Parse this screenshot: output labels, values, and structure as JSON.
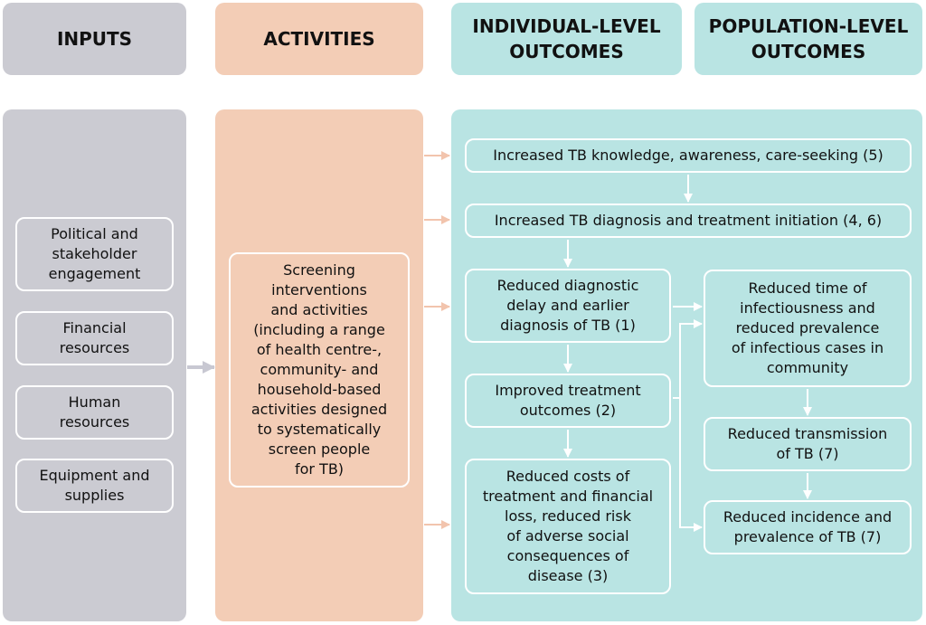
{
  "headers": {
    "inputs": "INPUTS",
    "activities": "ACTIVITIES",
    "individual": "INDIVIDUAL-LEVEL\nOUTCOMES",
    "population": "POPULATION-LEVEL\nOUTCOMES"
  },
  "inputs": [
    "Political and\nstakeholder\nengagement",
    "Financial\nresources",
    "Human\nresources",
    "Equipment and\nsupplies"
  ],
  "activity": "Screening\ninterventions\nand activities\n(including a range\nof health centre-,\ncommunity- and\nhousehold-based\nactivities designed\nto systematically\nscreen people\nfor TB)",
  "individual_outcomes": {
    "knowledge": "Increased TB knowledge, awareness, care-seeking (5)",
    "diagnosis": "Increased TB diagnosis and treatment initiation (4, 6)",
    "delay": "Reduced diagnostic\ndelay and earlier\ndiagnosis of TB (1)",
    "treatment": "Improved treatment\noutcomes (2)",
    "costs": "Reduced costs of\ntreatment and financial\nloss, reduced risk\nof adverse social\nconsequences of\ndisease (3)"
  },
  "population_outcomes": {
    "infectiousness": "Reduced time of\ninfectiousness and\nreduced prevalence\nof infectious cases in\ncommunity",
    "transmission": "Reduced transmission\nof TB (7)",
    "incidence": "Reduced incidence and\nprevalence of TB (7)"
  },
  "colors": {
    "inputs": "#cbcbd2",
    "activities": "#f3cdb6",
    "outcomes": "#b9e4e3",
    "arrow_gray": "#c8c8d2",
    "arrow_peach": "#f2c4ad",
    "arrow_white": "#ffffff"
  }
}
